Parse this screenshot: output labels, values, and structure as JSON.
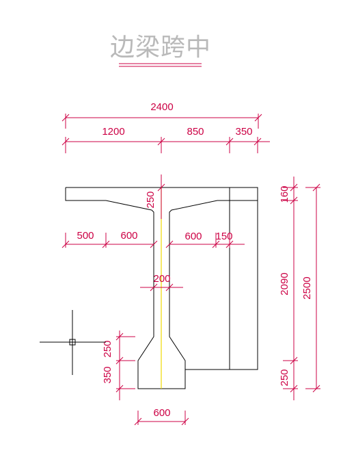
{
  "title": "边梁跨中",
  "colors": {
    "dimension": "#cc0044",
    "outline": "#000000",
    "centerline": "#f0d800",
    "title": "#b9b9b9"
  },
  "dimensions": {
    "total_width": "2400",
    "left_flange": "1200",
    "right_flange": "850",
    "edge_width": "350",
    "cant_500": "500",
    "cant_600_left": "600",
    "cant_600_right": "600",
    "cant_150": "150",
    "web_thickness": "200",
    "top_flange_thickness": "250",
    "bulb_taper": "250",
    "bulb_height": "350",
    "bottom_width": "600",
    "right_top": "160",
    "right_mid": "2090",
    "right_bottom": "250",
    "total_height": "2500"
  }
}
